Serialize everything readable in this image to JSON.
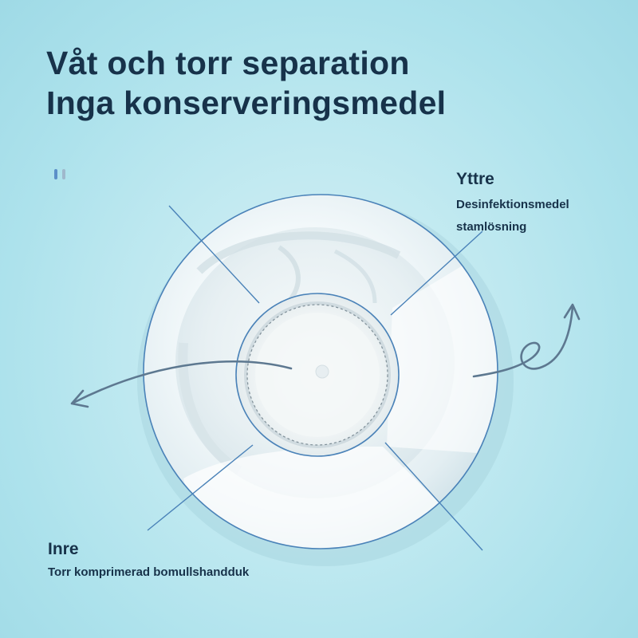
{
  "headline": {
    "line1": "Våt och torr separation",
    "line2": "Inga konserveringsmedel"
  },
  "outer_label": {
    "title": "Yttre",
    "line1": "Desinfektionsmedel",
    "line2": "stamlösning"
  },
  "inner_label": {
    "title": "Inre",
    "line1": "Torr komprimerad bomullshandduk"
  },
  "colors": {
    "headline": "#17324a",
    "ring_stroke": "#4a82b8",
    "arrow": "#5d7890"
  },
  "icons": [
    "indicator-dots-icon",
    "curved-arrow-left-icon",
    "curly-arrow-right-icon"
  ]
}
